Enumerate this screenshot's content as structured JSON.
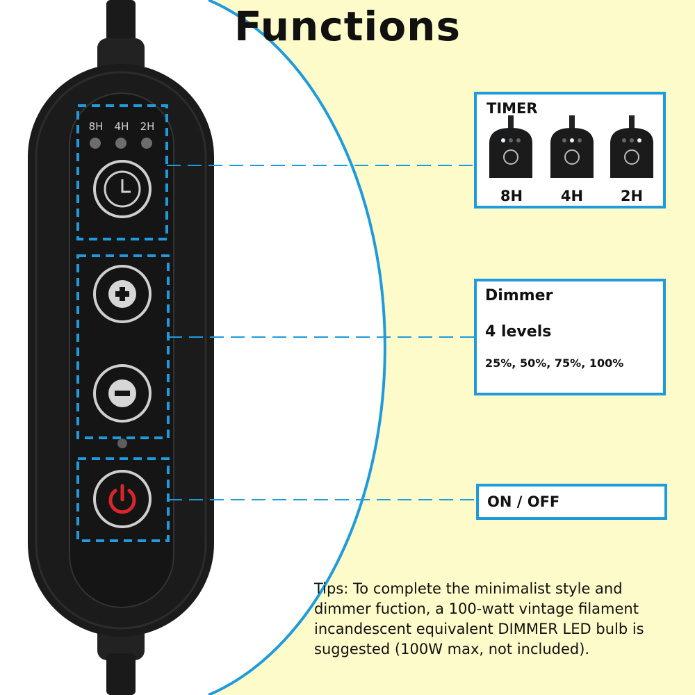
{
  "title": "Functions",
  "timer": {
    "title": "TIMER",
    "options": [
      "8H",
      "4H",
      "2H"
    ],
    "led_labels": [
      "8H",
      "4H",
      "2H"
    ]
  },
  "dimmer": {
    "title": "Dimmer",
    "levels": "4 levels",
    "values": "25%, 50%, 75%, 100%"
  },
  "power": {
    "label": "ON / OFF"
  },
  "tips": "Tips: To complete the minimalist style and dimmer fuction, a 100-watt vintage filament incandescent equivalent DIMMER LED bulb is suggested (100W max, not included).",
  "colors": {
    "accent": "#1e9bdc",
    "background": "#fdfbc9",
    "device": "#1b1b1b",
    "power_icon": "#d8262b"
  },
  "icons": [
    "clock-icon",
    "plus-icon",
    "minus-icon",
    "power-icon"
  ]
}
